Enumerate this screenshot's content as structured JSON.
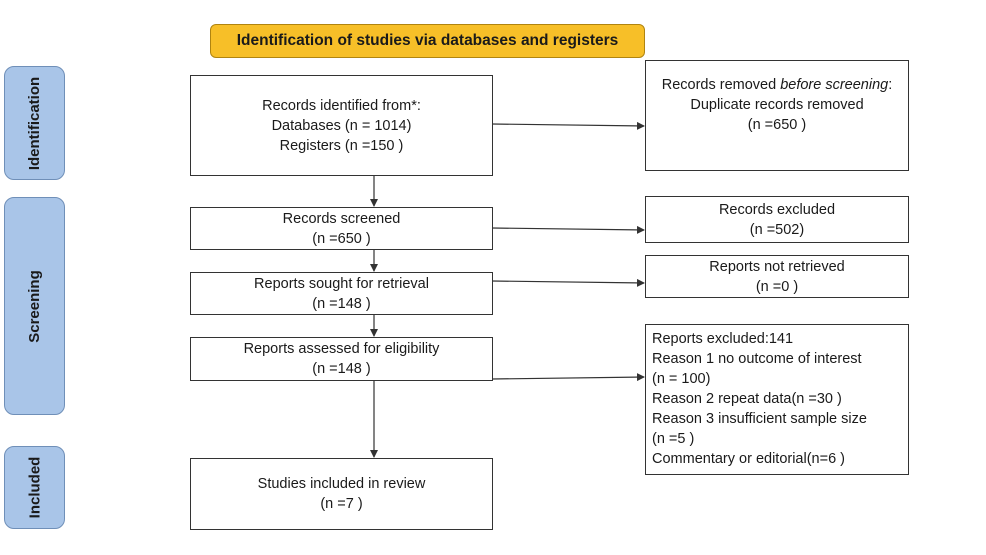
{
  "header": {
    "title": "Identification of studies via databases and registers"
  },
  "phases": {
    "identification": "Identification",
    "screening": "Screening",
    "included": "Included"
  },
  "identification": {
    "records_identified": {
      "title": "Records identified from*:",
      "databases": "Databases (n = 1014)",
      "registers": "Registers (n =150 )"
    },
    "records_removed": {
      "prefix": "Records removed ",
      "emph": "before screening",
      "suffix": ":",
      "duplicates": "Duplicate records removed",
      "count": "(n =650 )"
    }
  },
  "screening": {
    "screened": {
      "title": "Records screened",
      "count": "(n =650 )"
    },
    "excluded": {
      "title": "Records excluded",
      "count": "(n =502)"
    },
    "sought": {
      "title": "Reports sought for retrieval",
      "count": "(n =148 )"
    },
    "not_retrieved": {
      "title": "Reports not retrieved",
      "count": "(n =0 )"
    },
    "assessed": {
      "title": "Reports assessed for eligibility",
      "count": "(n =148 )"
    },
    "reports_excluded": {
      "lines": [
        "Reports excluded:141",
        "Reason 1 no outcome of interest",
        "(n = 100)",
        "Reason 2 repeat data(n =30 )",
        "Reason 3  insufficient sample size",
        "(n =5 )",
        "Commentary or editorial(n=6 )"
      ]
    }
  },
  "included": {
    "studies": {
      "title": "Studies included in review",
      "count": "(n =7 )"
    }
  }
}
